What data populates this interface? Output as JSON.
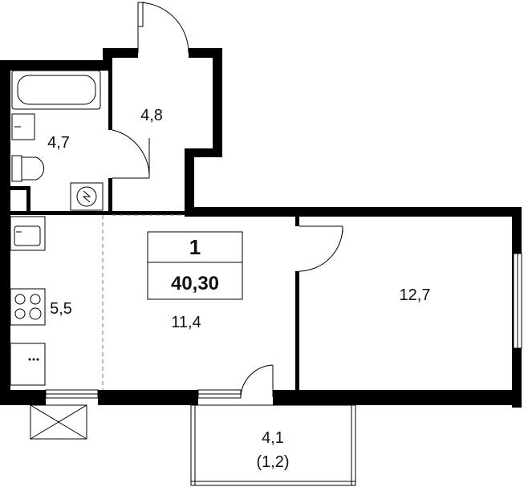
{
  "plan": {
    "rooms": 1,
    "total_area": "40,30",
    "areas": {
      "bathroom": "4,7",
      "hall": "4,8",
      "kitchen": "5,5",
      "living": "11,4",
      "bedroom": "12,7",
      "balcony": "4,1",
      "balcony_reduced": "(1,2)"
    }
  }
}
